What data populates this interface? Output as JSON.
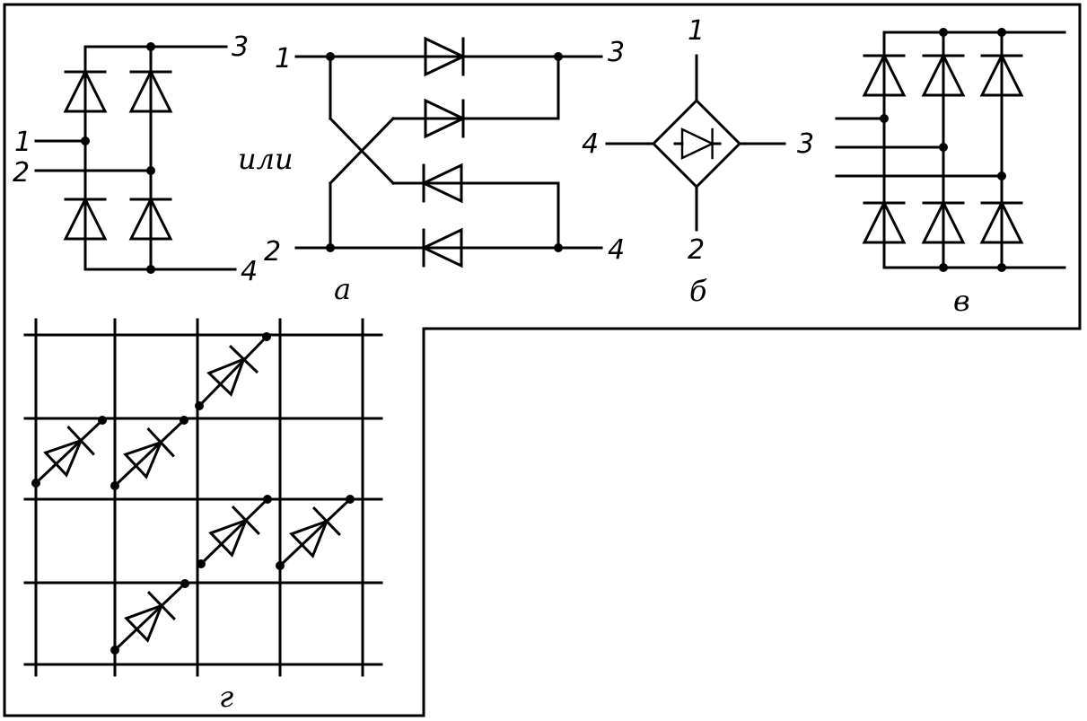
{
  "colors": {
    "ink": "#000000",
    "paper": "#ffffff"
  },
  "diagram_a": {
    "caption": "а",
    "or_label": "или",
    "left_terminals": {
      "t1": "1",
      "t2": "2",
      "t3": "3",
      "t4": "4"
    },
    "right_terminals": {
      "t1": "1",
      "t2": "2",
      "t3": "3",
      "t4": "4"
    }
  },
  "diagram_b": {
    "caption": "б",
    "terminals": {
      "top": "1",
      "bottom": "2",
      "right": "3",
      "left": "4"
    }
  },
  "diagram_v": {
    "caption": "в"
  },
  "diagram_g": {
    "caption": "г"
  }
}
